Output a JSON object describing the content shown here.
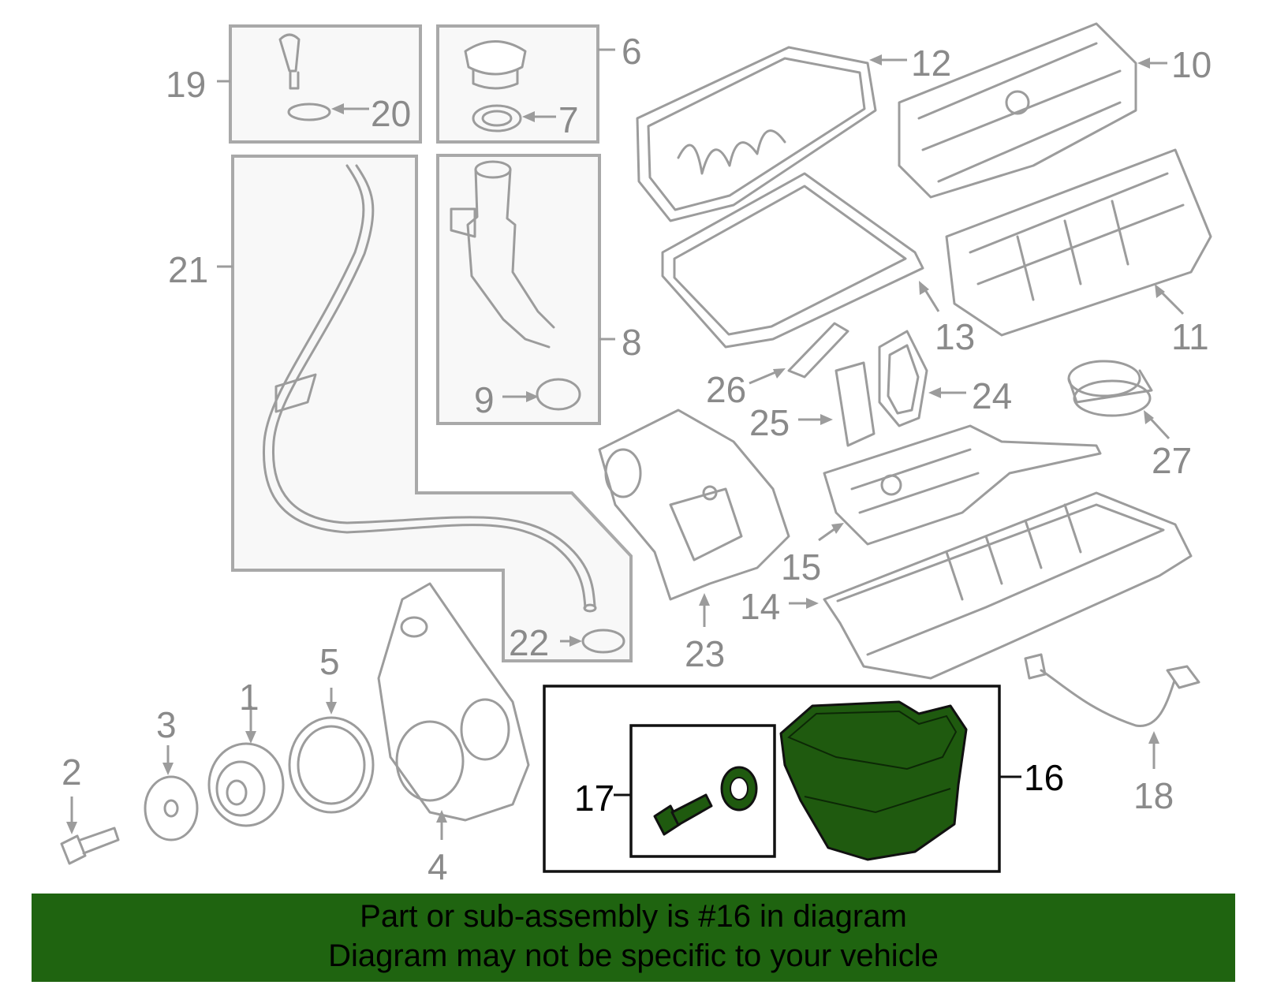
{
  "callouts": {
    "c1": "1",
    "c2": "2",
    "c3": "3",
    "c4": "4",
    "c5": "5",
    "c6": "6",
    "c7": "7",
    "c8": "8",
    "c9": "9",
    "c10": "10",
    "c11": "11",
    "c12": "12",
    "c13": "13",
    "c14": "14",
    "c15": "15",
    "c16": "16",
    "c17": "17",
    "c18": "18",
    "c19": "19",
    "c20": "20",
    "c21": "21",
    "c22": "22",
    "c23": "23",
    "c24": "24",
    "c25": "25",
    "c26": "26",
    "c27": "27"
  },
  "highlighted_part": "16",
  "colors": {
    "highlight": "#1f5a0f",
    "banner": "#1f6410",
    "part_outline": "#9c9c9c"
  },
  "banner": {
    "line1": "Part or sub-assembly is #16 in diagram",
    "line2": "Diagram may not be specific to your vehicle"
  }
}
